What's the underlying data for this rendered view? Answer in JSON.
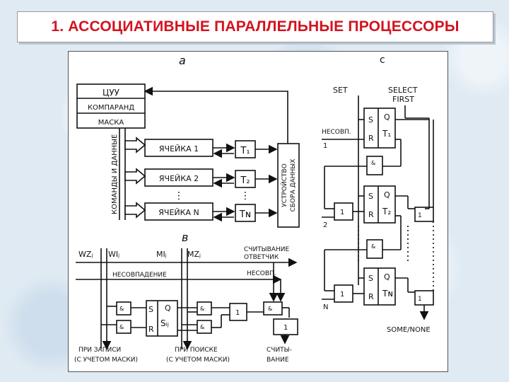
{
  "title": "1. АССОЦИАТИВНЫЕ ПАРАЛЛЕЛЬНЫЕ ПРОЦЕССОРЫ",
  "diagram": {
    "label_a": "a",
    "label_b": "в",
    "label_c": "c",
    "a": {
      "cuu": "ЦУУ",
      "comparand": "КОМПАРАНД",
      "mask": "МАСКА",
      "commands": "КОМАНДЫ И ДАННЫЕ",
      "cell1": "ЯЧЕЙКА 1",
      "cell2": "ЯЧЕЙКА 2",
      "cellN": "ЯЧЕЙКА N",
      "t1": "T₁",
      "t2": "T₂",
      "tN": "Tɴ",
      "collector_line1": "УСТРОЙСТВО",
      "collector_line2": "СБОРА ДАННЫХ",
      "dots": "⋮"
    },
    "b": {
      "wz": "WZⱼ",
      "wi": "WIⱼ",
      "mi": "MIⱼ",
      "mz": "MZⱼ",
      "read_line1": "СЧИТЫВАНИЕ",
      "read_line2": "ОТВЕТЧИК",
      "mismatch": "НЕСОВПАДЕНИЕ",
      "mismatch_short": "НЕСОВП.",
      "and": "&",
      "one": "1",
      "s": "S",
      "r": "R",
      "q": "Q",
      "sij": "Sᵢⱼ",
      "write_line1": "ПРИ ЗАПИСИ",
      "write_line2": "(С УЧЕТОМ МАСКИ)",
      "search_line1": "ПРИ ПОИСКЕ",
      "search_line2": "(С УЧЕТОМ МАСКИ)",
      "readout_line1": "СЧИТЫ-",
      "readout_line2": "ВАНИЕ"
    },
    "c": {
      "set": "SET",
      "select_line1": "SELECT",
      "select_line2": "FIRST",
      "mismatch": "НЕСОВП.",
      "one": "1",
      "two": "2",
      "n": "N",
      "s": "S",
      "r": "R",
      "q": "Q",
      "t1": "T₁",
      "t2": "T₂",
      "tN": "Tɴ",
      "and": "&",
      "some_none": "SOME/NONE"
    }
  }
}
